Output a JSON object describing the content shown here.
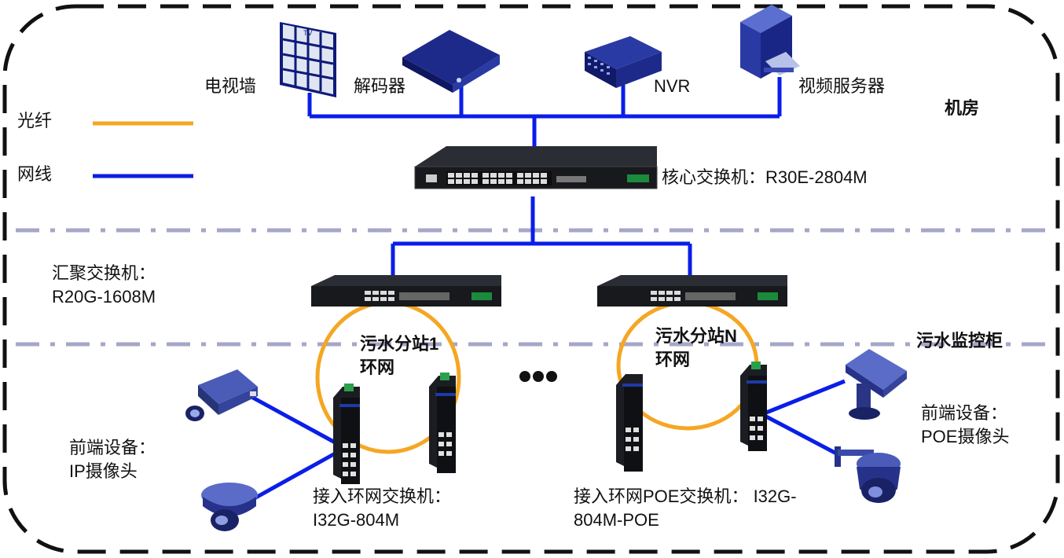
{
  "legend": {
    "fiber": "光纤",
    "cable": "网线",
    "fiber_color": "#f5a623",
    "cable_color": "#0a1ee8"
  },
  "zones": {
    "machine_room": "机房",
    "sewage_cabinet": "污水监控柜"
  },
  "devices": {
    "tv_wall": "电视墙",
    "decoder": "解码器",
    "nvr": "NVR",
    "video_server": "视频服务器",
    "core_switch": "核心交换机：R30E-2804M",
    "agg_switch_line1": "汇聚交换机：",
    "agg_switch_line2": "R20G-1608M",
    "ring1_line1": "污水分站1",
    "ring1_line2": "环网",
    "ringN_line1": "污水分站N",
    "ringN_line2": "环网",
    "front_ip_line1": "前端设备：",
    "front_ip_line2": "IP摄像头",
    "access_switch_line1": "接入环网交换机：",
    "access_switch_line2": "I32G-804M",
    "access_poe_line1": "接入环网POE交换机： I32G-",
    "access_poe_line2": "804M-POE",
    "front_poe_line1": "前端设备：",
    "front_poe_line2": "POE摄像头",
    "tv_mark": "TV"
  },
  "icons": [
    "tv-wall-icon",
    "decoder-icon",
    "nvr-icon",
    "server-icon",
    "switch-icon",
    "camera-icon",
    "dome-camera-icon",
    "ptz-camera-icon",
    "industrial-switch-icon"
  ]
}
